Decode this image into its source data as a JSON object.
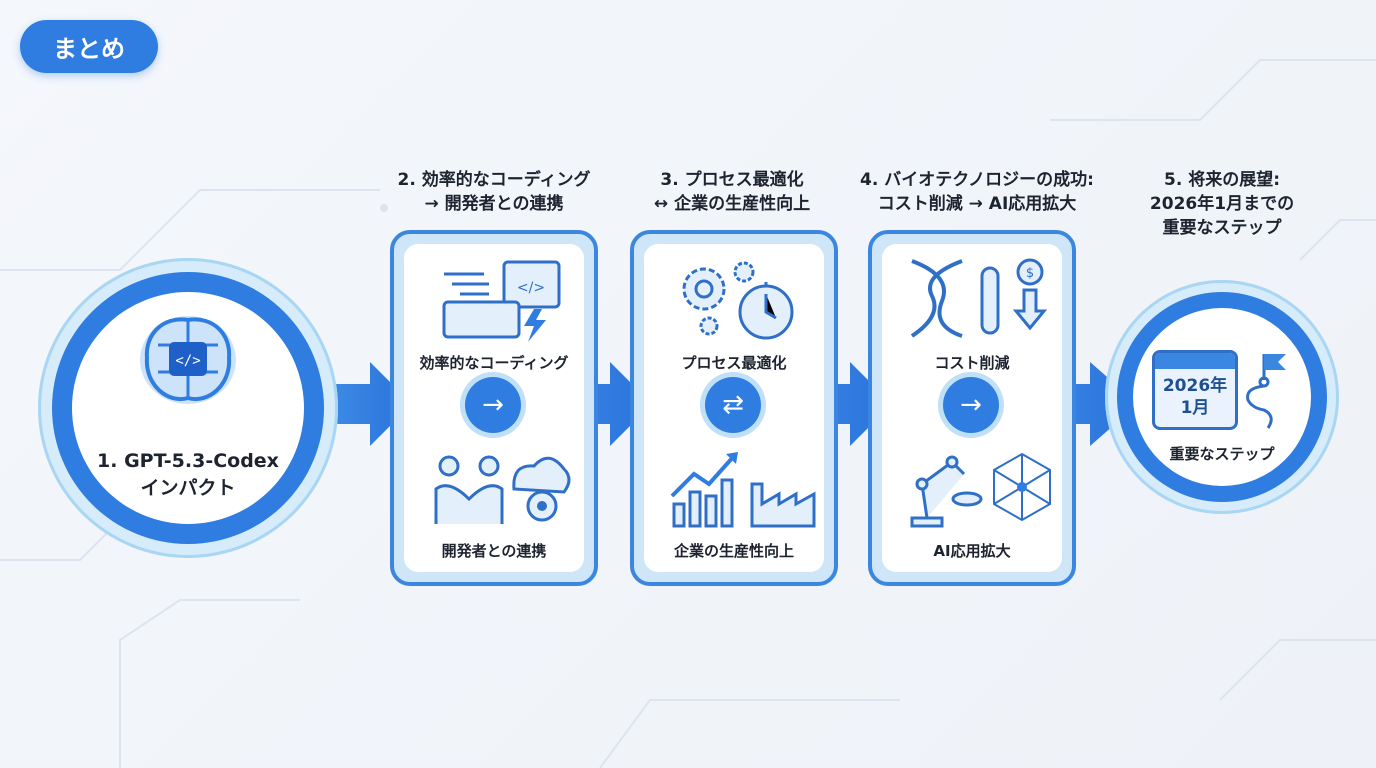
{
  "title": "まとめ",
  "step1": {
    "label_line1": "1. GPT-5.3-Codex",
    "label_line2": "インパクト",
    "icon": "brain-code-icon"
  },
  "step2": {
    "heading_line1": "2. 効率的なコーディング",
    "heading_line2": "→ 開発者との連携",
    "top_label": "効率的なコーディング",
    "bottom_label": "開発者との連携",
    "connector": "→"
  },
  "step3": {
    "heading_line1": "3. プロセス最適化",
    "heading_line2": "↔ 企業の生産性向上",
    "top_label": "プロセス最適化",
    "bottom_label": "企業の生産性向上",
    "connector": "⇄"
  },
  "step4": {
    "heading_line1": "4. バイオテクノロジーの成功:",
    "heading_line2": "コスト削減 → AI応用拡大",
    "top_label": "コスト削減",
    "bottom_label": "AI応用拡大",
    "connector": "→"
  },
  "step5": {
    "heading_line1": "5. 将来の展望:",
    "heading_line2": "2026年1月までの",
    "heading_line3": "重要なステップ",
    "calendar_line1": "2026年",
    "calendar_line2": "1月",
    "label": "重要なステップ"
  },
  "colors": {
    "primary": "#2f7de1",
    "light": "#bfe0f7",
    "text": "#1d2430"
  }
}
